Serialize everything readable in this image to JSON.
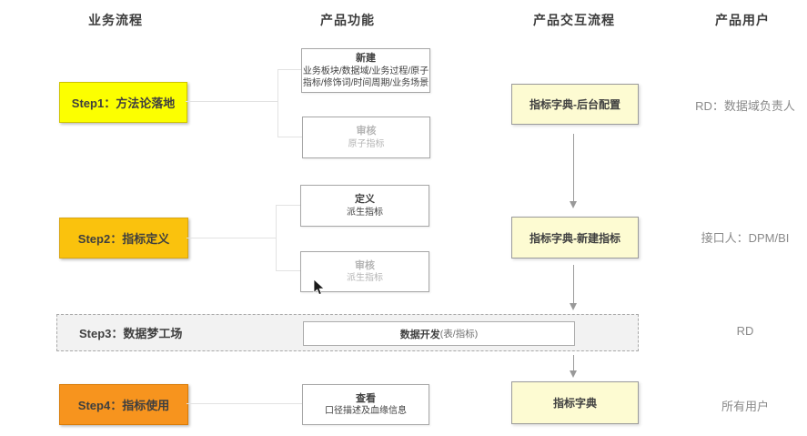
{
  "columns": {
    "business_process": "业务流程",
    "product_features": "产品功能",
    "product_interaction": "产品交互流程",
    "product_users": "产品用户"
  },
  "steps": [
    {
      "label": "Step1：方法论落地",
      "fill": "#fcff00"
    },
    {
      "label": "Step2：指标定义",
      "fill": "#fac20d"
    },
    {
      "label": "Step3：数据梦工场",
      "fill": "#f2f2f2"
    },
    {
      "label": "Step4：指标使用",
      "fill": "#f7941e"
    }
  ],
  "features": [
    {
      "title": "新建",
      "line1": "业务板块/数据域/业务过程/原子",
      "line2": "指标/修饰词/时间周期/业务场景",
      "muted": false
    },
    {
      "title": "审核",
      "line1": "原子指标",
      "muted": true
    },
    {
      "title": "定义",
      "line1": "派生指标",
      "muted": false
    },
    {
      "title": "审核",
      "line1": "派生指标",
      "muted": true
    },
    {
      "title": "数据开发",
      "suffix": "(表/指标)",
      "muted": false
    },
    {
      "title": "查看",
      "line1": "口径描述及血缘信息",
      "muted": false
    }
  ],
  "interactions": [
    {
      "label": "指标字典-后台配置"
    },
    {
      "label": "指标字典-新建指标"
    },
    {
      "label": "指标字典"
    }
  ],
  "users": [
    {
      "label": "RD：数据域负责人"
    },
    {
      "label": "接口人：DPM/BI"
    },
    {
      "label": "RD"
    },
    {
      "label": "所有用户"
    }
  ],
  "colors": {
    "step1_fill": "#fcff00",
    "step2_fill": "#fac20d",
    "step3_fill": "#f2f2f2",
    "step4_fill": "#f7941e",
    "interaction_fill": "#fdfbd2",
    "muted_text": "#b5b5b5",
    "connector_line": "#e2e2e2",
    "arrow": "#999999"
  }
}
